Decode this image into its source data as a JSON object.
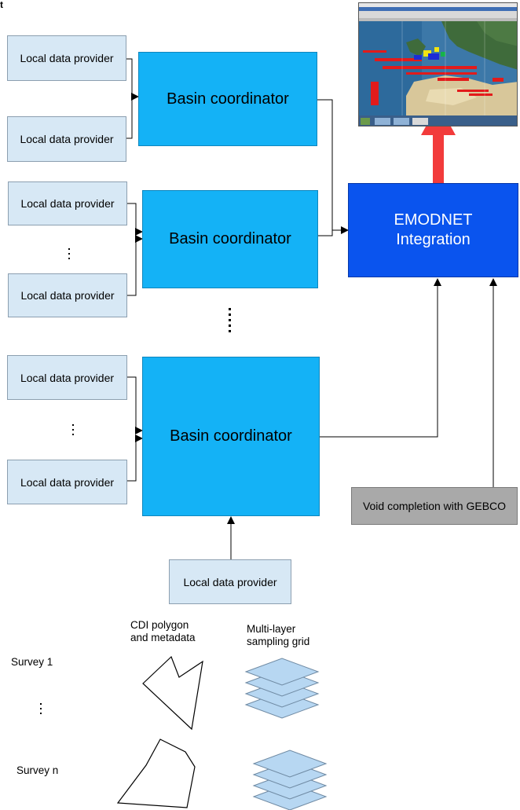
{
  "top_clip_text": "t",
  "local_data_provider_label": "Local data provider",
  "basin_coordinator_label": "Basin coordinator",
  "emodnet": {
    "line1": "EMODNET",
    "line2": "Integration"
  },
  "gebco_label": "Void completion with GEBCO",
  "cdi_label": "CDI polygon\nand metadata",
  "grid_label": "Multi-layer\nsampling grid",
  "survey_1": "Survey 1",
  "survey_n": "Survey n",
  "colors": {
    "local_provider_fill": "#d7e8f5",
    "basin_fill": "#14b2f6",
    "emodnet_fill": "#0a54ee",
    "gebco_fill": "#a9a9a9",
    "big_arrow": "#f23b3b",
    "layer_fill": "#b7d7f2"
  }
}
